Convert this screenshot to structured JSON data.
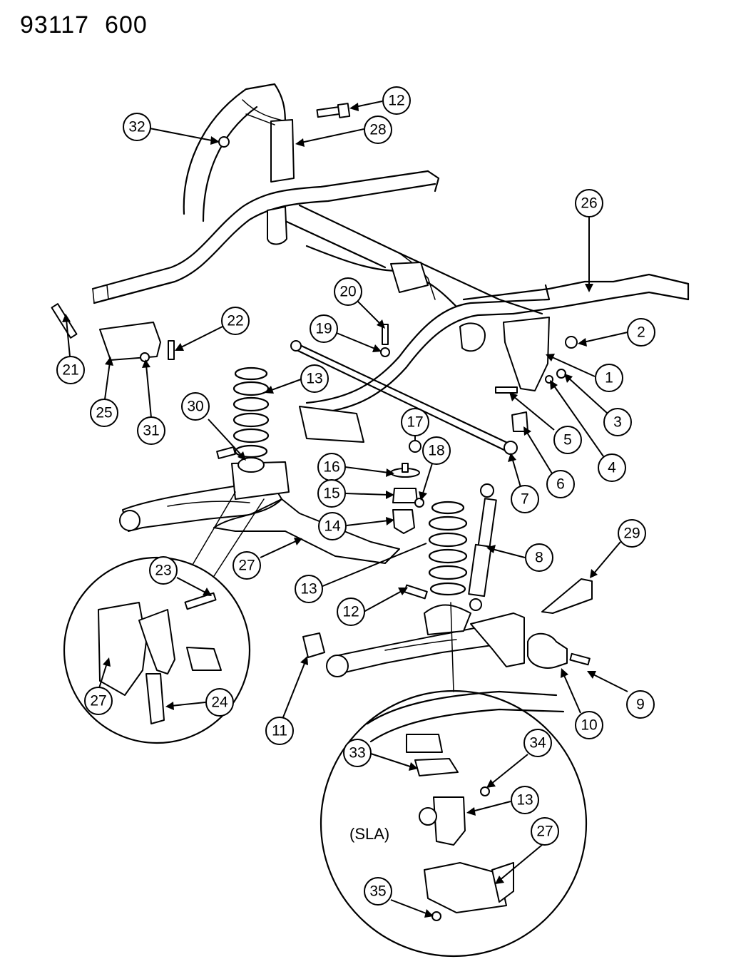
{
  "header": {
    "code": "93117",
    "page": "600"
  },
  "detail_label": "(SLA)",
  "callouts": [
    {
      "id": "c12a",
      "number": "12"
    },
    {
      "id": "c32",
      "number": "32"
    },
    {
      "id": "c28",
      "number": "28"
    },
    {
      "id": "c26",
      "number": "26"
    },
    {
      "id": "c20",
      "number": "20"
    },
    {
      "id": "c2",
      "number": "2"
    },
    {
      "id": "c19",
      "number": "19"
    },
    {
      "id": "c22",
      "number": "22"
    },
    {
      "id": "c1",
      "number": "1"
    },
    {
      "id": "c21",
      "number": "21"
    },
    {
      "id": "c13a",
      "number": "13"
    },
    {
      "id": "c3",
      "number": "3"
    },
    {
      "id": "c25",
      "number": "25"
    },
    {
      "id": "c31",
      "number": "31"
    },
    {
      "id": "c30",
      "number": "30"
    },
    {
      "id": "c5",
      "number": "5"
    },
    {
      "id": "c17",
      "number": "17"
    },
    {
      "id": "c4",
      "number": "4"
    },
    {
      "id": "c18",
      "number": "18"
    },
    {
      "id": "c16",
      "number": "16"
    },
    {
      "id": "c6",
      "number": "6"
    },
    {
      "id": "c15",
      "number": "15"
    },
    {
      "id": "c7",
      "number": "7"
    },
    {
      "id": "c14",
      "number": "14"
    },
    {
      "id": "c29",
      "number": "29"
    },
    {
      "id": "c8",
      "number": "8"
    },
    {
      "id": "c27a",
      "number": "27"
    },
    {
      "id": "c23",
      "number": "23"
    },
    {
      "id": "c13b",
      "number": "13"
    },
    {
      "id": "c12b",
      "number": "12"
    },
    {
      "id": "c27b",
      "number": "27"
    },
    {
      "id": "c24",
      "number": "24"
    },
    {
      "id": "c9",
      "number": "9"
    },
    {
      "id": "c10",
      "number": "10"
    },
    {
      "id": "c11",
      "number": "11"
    },
    {
      "id": "c33",
      "number": "33"
    },
    {
      "id": "c34",
      "number": "34"
    },
    {
      "id": "c13c",
      "number": "13"
    },
    {
      "id": "c27c",
      "number": "27"
    },
    {
      "id": "c35",
      "number": "35"
    }
  ]
}
